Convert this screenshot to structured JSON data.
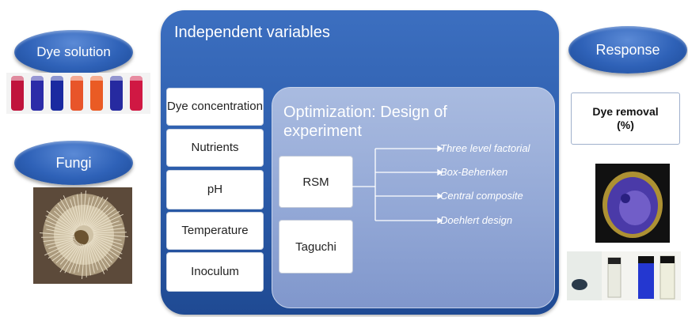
{
  "left": {
    "dye_solution_label": "Dye solution",
    "fungi_label": "Fungi"
  },
  "main": {
    "title": "Independent variables",
    "variables": [
      "Dye concentration",
      "Nutrients",
      "pH",
      "Temperature",
      "Inoculum"
    ],
    "optimization": {
      "title": "Optimization: Design of experiment",
      "methods": [
        "RSM",
        "Taguchi"
      ],
      "rsm_designs": [
        "Three level factorial",
        "Box-Behenken",
        "Central composite",
        "Doehlert design"
      ]
    }
  },
  "right": {
    "response_label": "Response",
    "output": "Dye removal (%)"
  },
  "colors": {
    "panel_blue": "#2a5aa8",
    "pill_blue": "#2f62b8",
    "opt_panel": "#93a8d6",
    "dye_tube_colors": [
      "#c0143c",
      "#2c2ca8",
      "#1a2aa0",
      "#e8552a",
      "#ea5b24",
      "#262aa0",
      "#d01843"
    ]
  }
}
